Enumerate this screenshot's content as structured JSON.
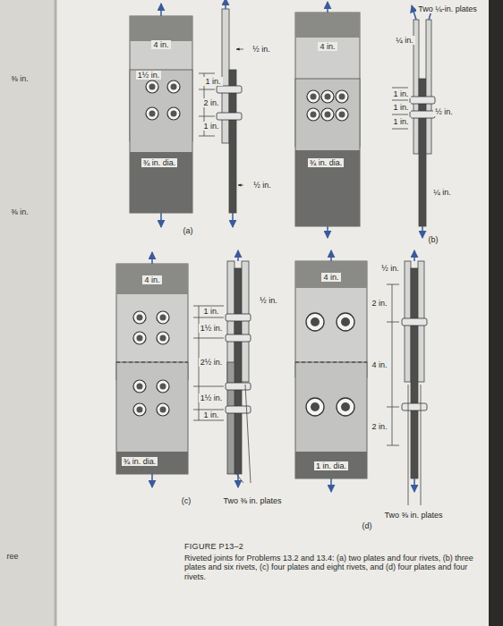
{
  "diagram": {
    "title": "FIGURE P13–2",
    "caption": "Riveted joints for Problems 13.2 and 13.4: (a) two plates and four rivets, (b) three plates and six rivets, (c) four plates and eight rivets, and (d) four plates and four rivets.",
    "labels": [
      "⅜ in.",
      "⅜ in.",
      "ree",
      "4 in.",
      "1½ in.",
      "1 in.",
      "2 in.",
      "1 in.",
      "½ in.",
      "¾ in. dia.",
      "½ in.",
      "(a)",
      "Two ¼-in. plates",
      "4 in.",
      "¼ in.",
      "1 in.",
      "1 in.",
      "1 in.",
      "½ in.",
      "¾ in. dia.",
      "¼ in.",
      "(b)",
      "4 in.",
      "½ in.",
      "1 in.",
      "1½ in.",
      "2½ in.",
      "1½ in.",
      "1 in.",
      "¾ in. dia.",
      "Two ⅜ in. plates",
      "(c)",
      "4 in.",
      "½ in.",
      "2 in.",
      "4 in.",
      "2 in.",
      "1 in. dia.",
      "Two ⅜ in. plates",
      "(d)"
    ]
  }
}
